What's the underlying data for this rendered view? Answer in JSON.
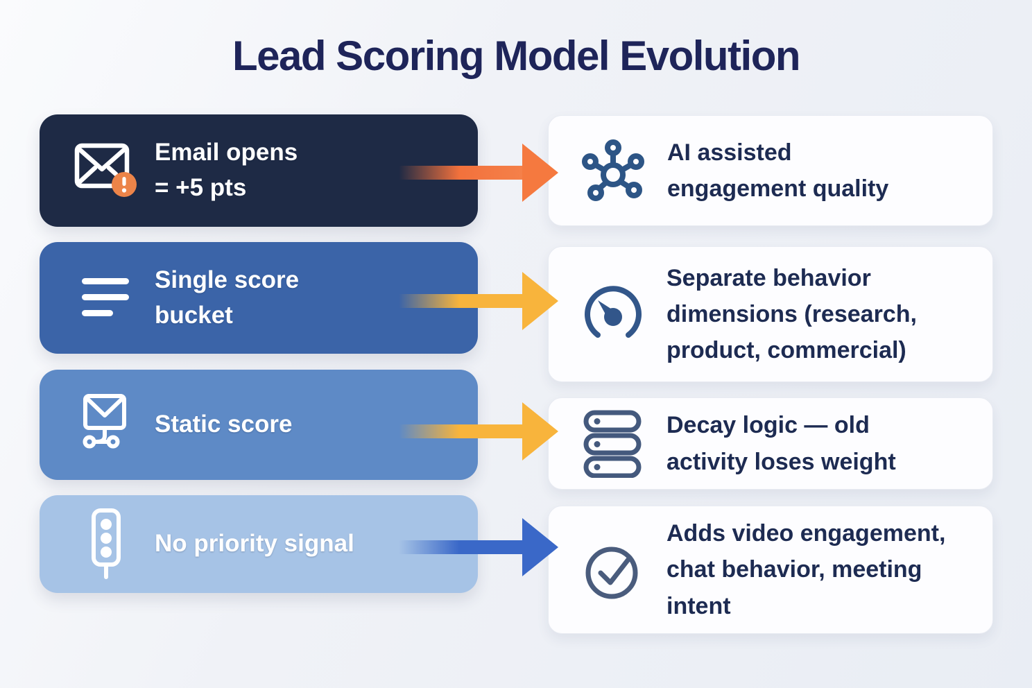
{
  "title": "Lead Scoring Model Evolution",
  "colors": {
    "background": "#eef1f6",
    "title_text": "#1e2459",
    "left_card_text": "#ffffff",
    "right_card_text": "#1d2b52",
    "left_card_backgrounds": [
      "#1e2a45",
      "#3b64a8",
      "#5e8ac6",
      "#a6c3e6"
    ],
    "arrow_colors": [
      "#f2713c",
      "#f8b43c",
      "#f8b43c",
      "#3a68c8"
    ],
    "alert_badge": "#ec8449",
    "right_icon_blue": "#2d5586",
    "right_icon_slate": "#44597d",
    "right_card_background": "#fdfdff",
    "right_card_border": "#e8ebf2"
  },
  "rows": [
    {
      "left": {
        "icon": "email-alert-icon",
        "label": "Email opens\n= +5 pts"
      },
      "arrow": {
        "icon": "right-arrow-icon",
        "color": "#f2713c"
      },
      "right": {
        "icon": "network-hub-icon",
        "bold": "",
        "text": "AI assisted\nengagement quality"
      }
    },
    {
      "left": {
        "icon": "menu-lines-icon",
        "label": "Single score\nbucket"
      },
      "arrow": {
        "icon": "right-arrow-icon",
        "color": "#f8b43c"
      },
      "right": {
        "icon": "gauge-icon",
        "bold": "",
        "text": "Separate behavior\ndimensions (research,\nproduct, commercial)"
      }
    },
    {
      "left": {
        "icon": "email-flow-icon",
        "label": "Static score"
      },
      "arrow": {
        "icon": "right-arrow-icon",
        "color": "#f8b43c"
      },
      "right": {
        "icon": "server-stack-icon",
        "bold": "Decay logic",
        "text": " — old\nactivity loses weight"
      }
    },
    {
      "left": {
        "icon": "traffic-light-icon",
        "label": "No priority signal"
      },
      "arrow": {
        "icon": "right-arrow-icon",
        "color": "#3a68c8"
      },
      "right": {
        "icon": "check-circle-icon",
        "bold": "",
        "text": "Adds video engagement,\nchat behavior, meeting\nintent"
      }
    }
  ]
}
